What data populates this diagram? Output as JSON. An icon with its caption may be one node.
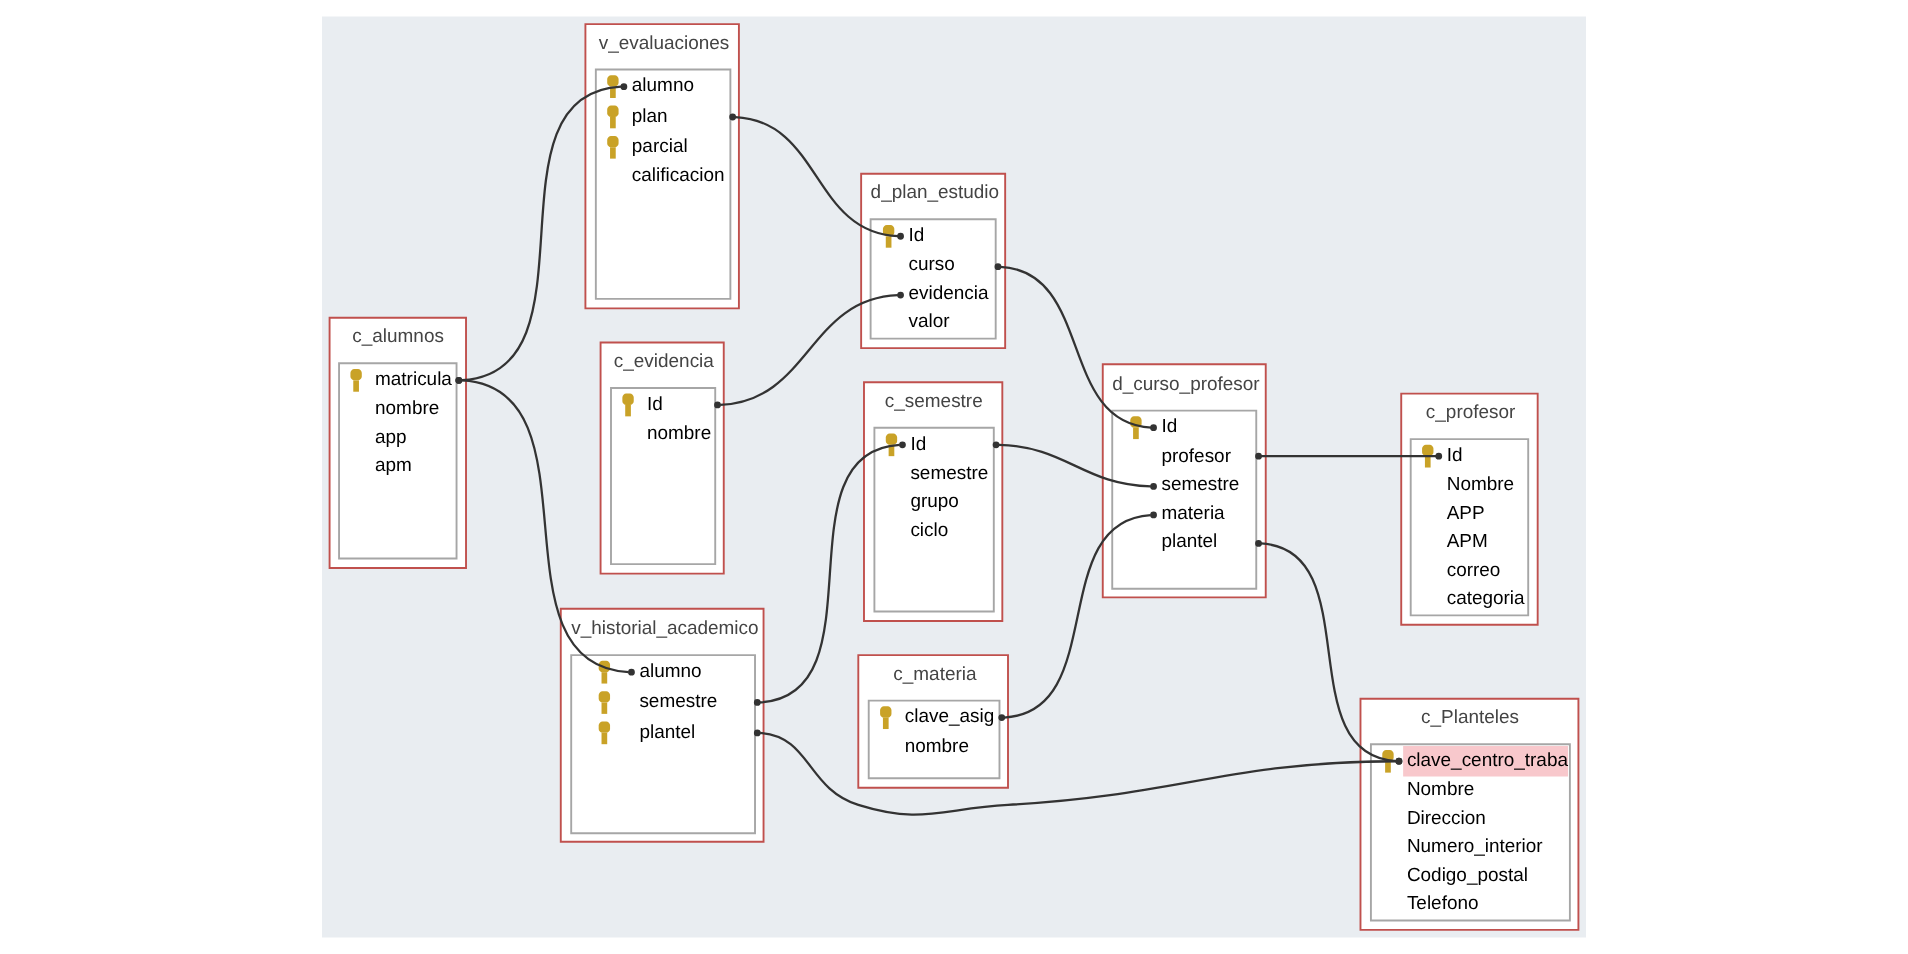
{
  "diagram": {
    "nodes": [
      {
        "text": [
          "c_alumnos",
          "matricula",
          "nombre",
          "app",
          "apm"
        ]
      },
      {
        "text": [
          "v_historial_academico",
          "alumno",
          "semestre",
          "plantel"
        ]
      },
      {
        "text": [
          "c_semestre",
          "Id",
          "semestre",
          "grupo",
          "ciclo"
        ]
      },
      {
        "text": [
          "c_Planteles",
          "clave_centro_traba",
          "Nombre",
          "Direccion",
          "Numero_interior",
          "Codigo_postal",
          "Telefono"
        ]
      },
      {
        "text": [
          "c_evidencia",
          "Id",
          "nombre"
        ]
      },
      {
        "text": [
          "d_plan_estudio",
          "Id",
          "curso",
          "evidencia",
          "valor"
        ]
      },
      {
        "text": [
          "d_curso_profesor",
          "Id",
          "profesor",
          "semestre",
          "materia",
          "plantel"
        ]
      },
      {
        "text": [
          "c_profesor",
          "Id",
          "Nombre",
          "APP",
          "APM",
          "correo",
          "categoria"
        ]
      },
      {
        "text": [
          "v_evaluaciones",
          "alumno",
          "plan",
          "parcial",
          "calificacion"
        ]
      },
      {
        "text": [
          "c_materia",
          "clave_asig",
          "nombre"
        ]
      }
    ],
    "edges": [
      {
        "from": 0,
        "to": 1,
        "arrow": "other"
      },
      {
        "from": 0,
        "to": 8,
        "arrow": "other"
      },
      {
        "from": 1,
        "to": 2,
        "arrow": "other"
      },
      {
        "from": 1,
        "to": 3,
        "arrow": "other"
      },
      {
        "from": 2,
        "to": 6,
        "arrow": "other"
      },
      {
        "from": 4,
        "to": 5,
        "arrow": "other"
      },
      {
        "from": 8,
        "to": 5,
        "arrow": "other"
      },
      {
        "from": 5,
        "to": 6,
        "arrow": "other"
      },
      {
        "from": 9,
        "to": 6,
        "arrow": "other"
      },
      {
        "from": 6,
        "to": 7,
        "arrow": "other"
      },
      {
        "from": 6,
        "to": 3,
        "arrow": "other"
      }
    ]
  }
}
